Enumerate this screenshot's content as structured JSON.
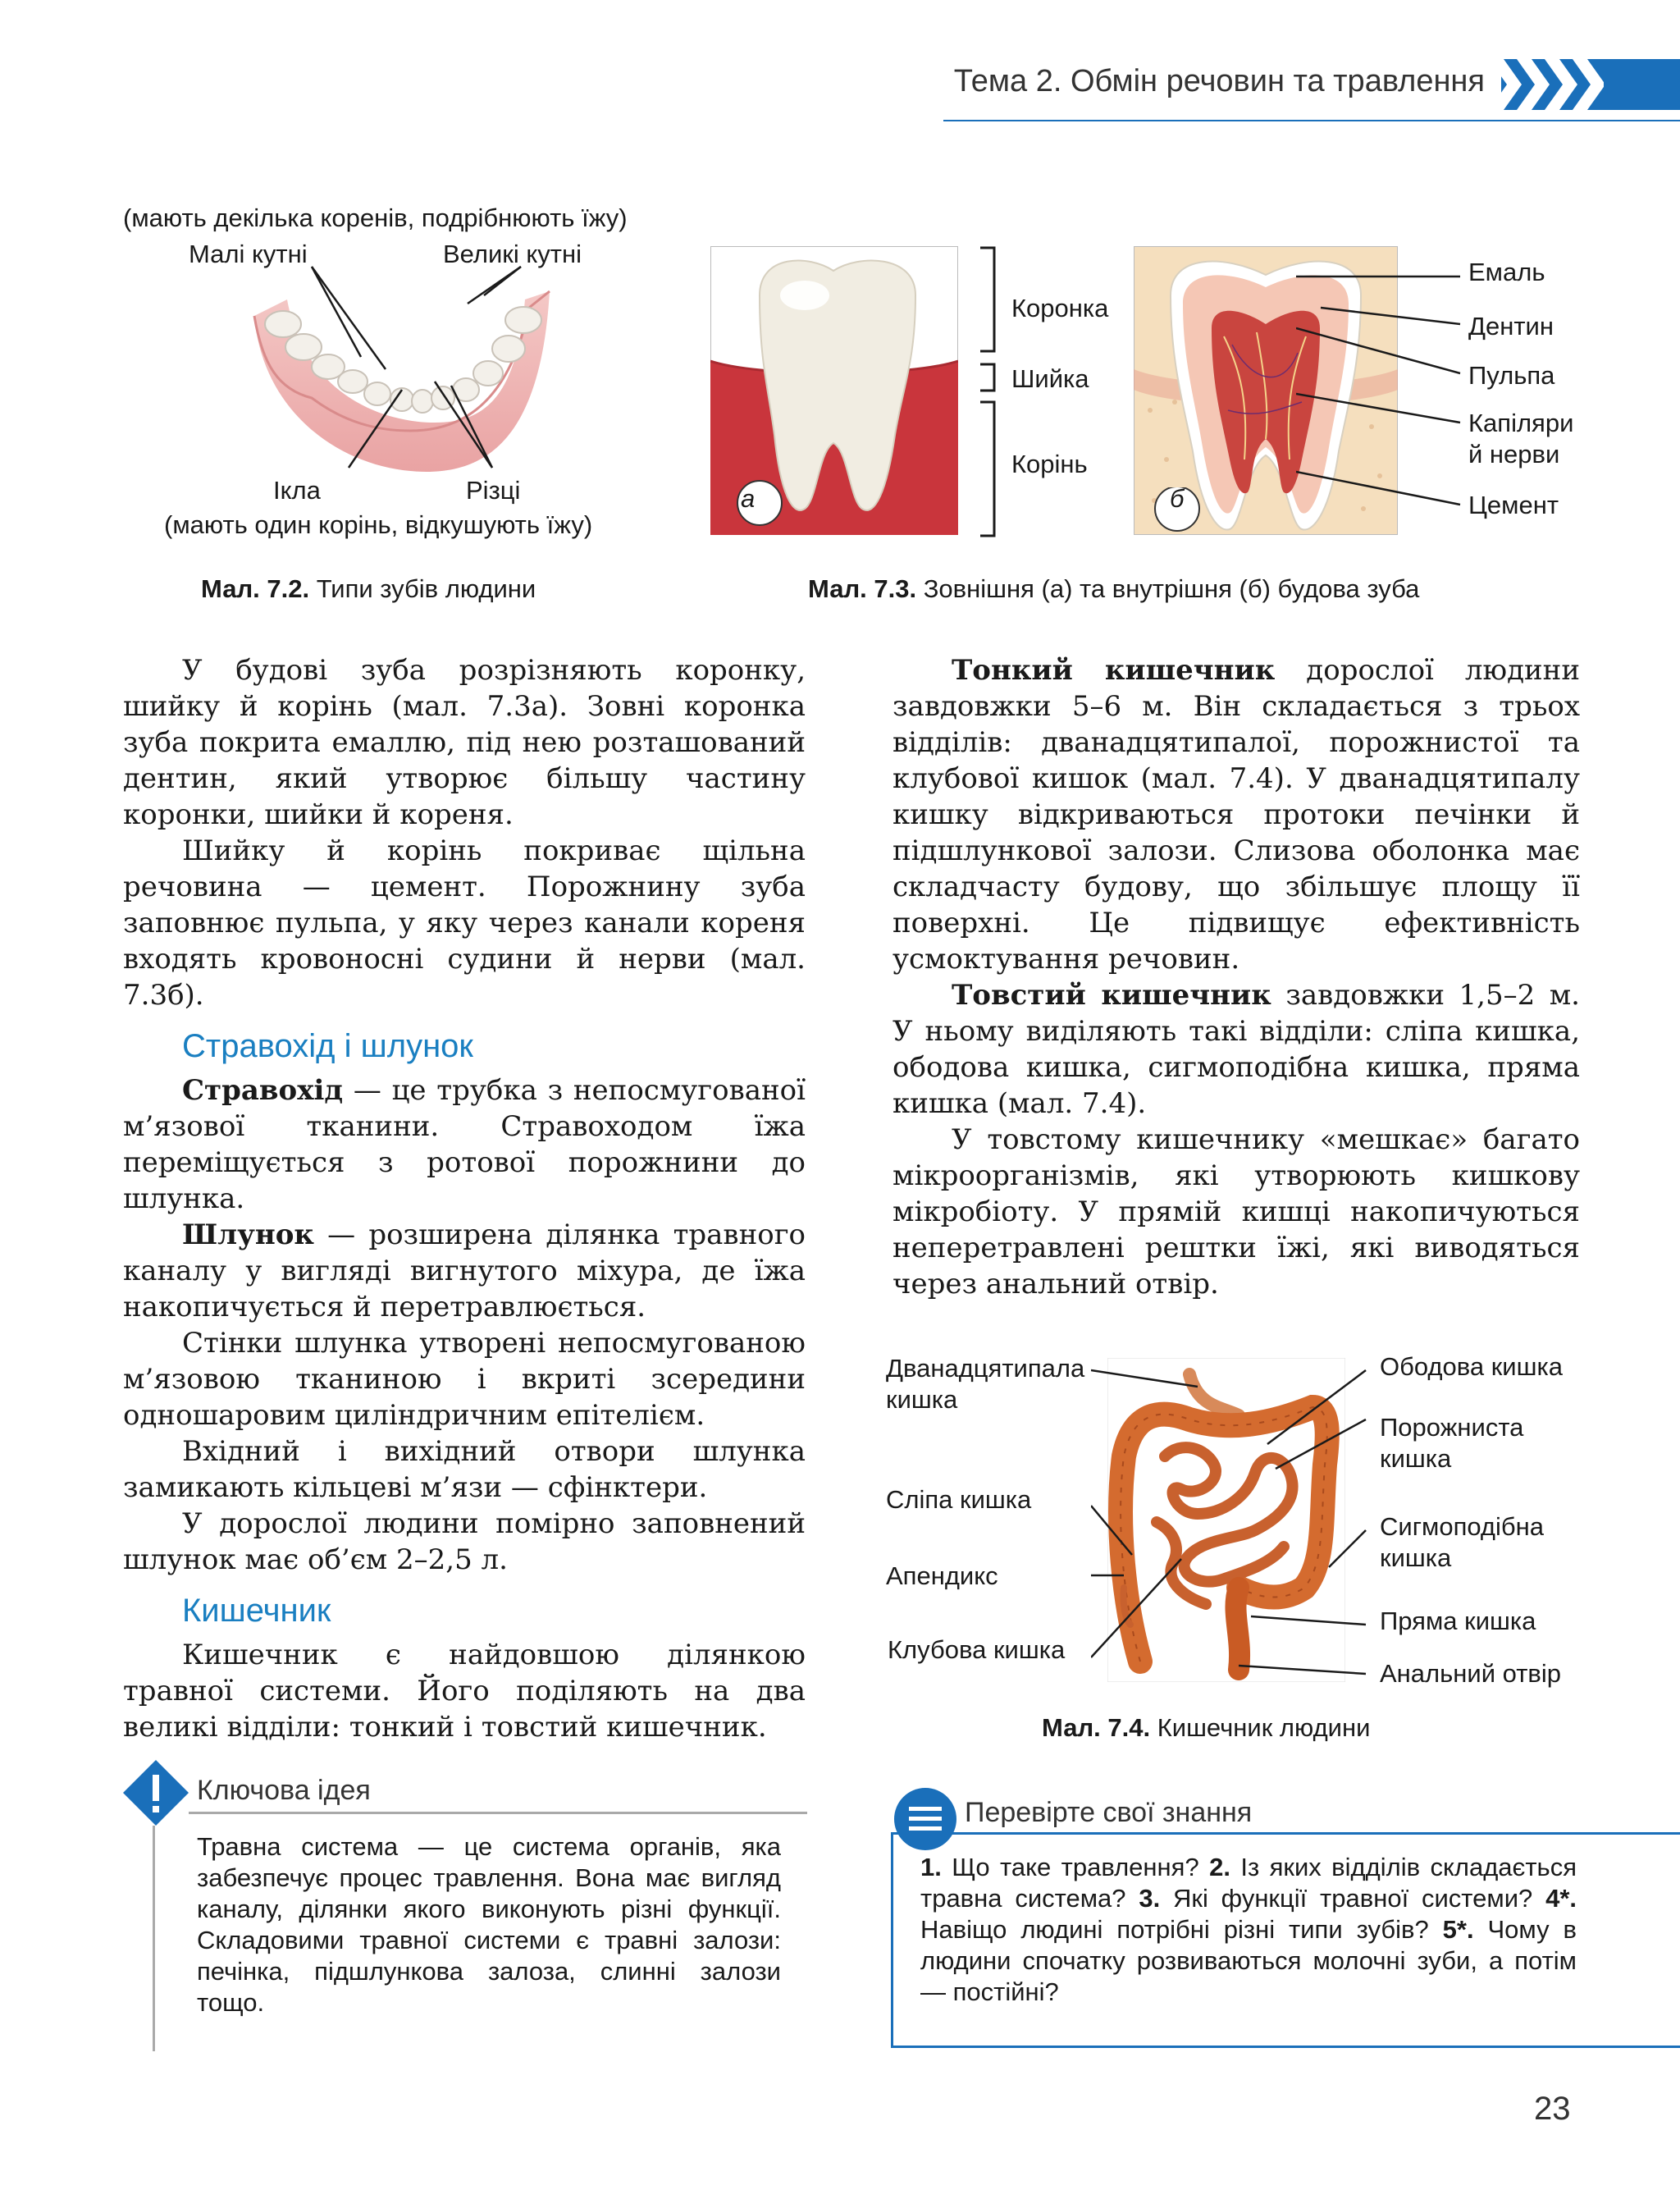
{
  "header": {
    "title": "Тема 2. Обмін речовин та травлення",
    "accent_color": "#1a6fba"
  },
  "fig72": {
    "note_top": "(мають декілька коренів, подрібнюють їжу)",
    "label_small_molars": "Малі кутні",
    "label_large_molars": "Великі кутні",
    "label_canines": "Ікла",
    "label_incisors": "Різці",
    "note_bottom": "(мають один корінь, відкушують їжу)",
    "caption_num": "Мал. 7.2.",
    "caption_text": " Типи зубів людини"
  },
  "fig73": {
    "label_crown": "Коронка",
    "label_neck": "Шийка",
    "label_root": "Корінь",
    "label_enamel": "Емаль",
    "label_dentin": "Дентин",
    "label_pulp": "Пульпа",
    "label_capillaries_1": "Капіляри",
    "label_capillaries_2": "й нерви",
    "label_cement": "Цемент",
    "badge_a": "а",
    "badge_b": "б",
    "caption_num": "Мал. 7.3.",
    "caption_text": " Зовнішня (а) та внутрішня (б) будова зуба"
  },
  "left_col": {
    "p1": "У будові зуба розрізняють коронку, шийку й корінь (мал. 7.3а). Зовні коронка зуба покрита емаллю, під нею розташований дентин, який утворює більшу частину коронки, шийки й кореня.",
    "p2": "Шийку й корінь покриває щільна речовина — цемент. Порожнину зуба заповнює пульпа, у яку через канали кореня входять кровоносні судини й нерви (мал. 7.3б).",
    "h_stomach": "Стравохід і шлунок",
    "p3_bold": "Стравохід",
    "p3": " — це трубка з непосмугованої м’язової тканини. Стравоходом їжа переміщується з ротової порожнини до шлунка.",
    "p4_bold": "Шлунок",
    "p4": " — розширена ділянка травного каналу у вигляді вигнутого міхура, де їжа накопичується й перетравлюється.",
    "p5": "Стінки шлунка утворені непосмугованою м’язовою тканиною і вкриті зсередини одношаровим циліндричним епітелієм.",
    "p6": "Вхідний і вихідний отвори шлунка замикають кільцеві м’язи — сфінктери.",
    "p7": "У дорослої людини помірно заповнений шлунок має об’єм 2–2,5 л.",
    "h_intestine": "Кишечник",
    "p8": "Кишечник є найдовшою ділянкою травної системи. Його поділяють на два великі відділи: тонкий і товстий кишечник."
  },
  "right_col": {
    "p1_bold": "Тонкий кишечник",
    "p1": " дорослої людини завдовжки 5–6 м. Він складається з трьох відділів: дванадцятипалої, порожнистої та клубової кишок (мал. 7.4). У дванадцятипалу кишку відкриваються протоки печінки й підшлункової залози. Слизова оболонка має складчасту будову, що збільшує площу її поверхні. Це підвищує ефективність усмоктування речовин.",
    "p2_bold": "Товстий кишечник",
    "p2": " завдовжки 1,5–2 м. У ньому виділяють такі відділи: сліпа кишка, ободова кишка, сигмоподібна кишка, пряма кишка (мал. 7.4).",
    "p3": "У товстому кишечнику «мешкає» багато мікроорганізмів, які утворюють кишкову мікробіоту. У прямій кишці накопичуються неперетравлені рештки їжі, які виводяться через анальний отвір."
  },
  "fig74": {
    "label_duodenum_1": "Дванадцятипала",
    "label_duodenum_2": "кишка",
    "label_cecum": "Сліпа кишка",
    "label_appendix": "Апендикс",
    "label_ileum": "Клубова кишка",
    "label_colon": "Ободова кишка",
    "label_jejunum_1": "Порожниста",
    "label_jejunum_2": "кишка",
    "label_sigmoid_1": "Сигмоподібна",
    "label_sigmoid_2": "кишка",
    "label_rectum": "Пряма кишка",
    "label_anus": "Анальний отвір",
    "caption_num": "Мал. 7.4.",
    "caption_text": " Кишечник людини"
  },
  "key_idea": {
    "title": "Ключова ідея",
    "text": "Травна система — це система органів, яка забезпечує процес травлення. Вона має вигляд каналу, ділянки якого виконують різні функції. Складовими травної системи є травні залози: печінка, підшлункова залоза, слинні залози тощо."
  },
  "check": {
    "title": "Перевірте свої знання",
    "q1n": "1.",
    "q1": " Що таке травлення? ",
    "q2n": "2.",
    "q2": " Із яких відділів складається травна система? ",
    "q3n": "3.",
    "q3": " Які функції травної системи? ",
    "q4n": "4*.",
    "q4": " Навіщо людині потрібні різні типи зубів? ",
    "q5n": "5*.",
    "q5": " Чому в людини спочатку розвиваються молочні зуби, а потім — постійні?"
  },
  "page_number": "23"
}
